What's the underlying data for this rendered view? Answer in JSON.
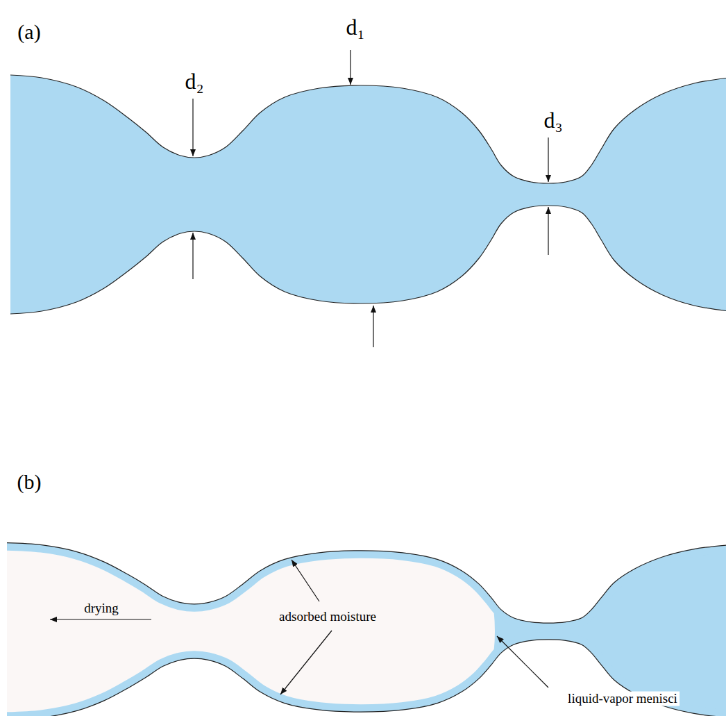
{
  "diagram": {
    "labels": [
      "(a)",
      "d₁",
      "d₂",
      "d₃",
      "(b)",
      "drying",
      "adsorbed moisture",
      "liquid-vapor menisci"
    ]
  }
}
